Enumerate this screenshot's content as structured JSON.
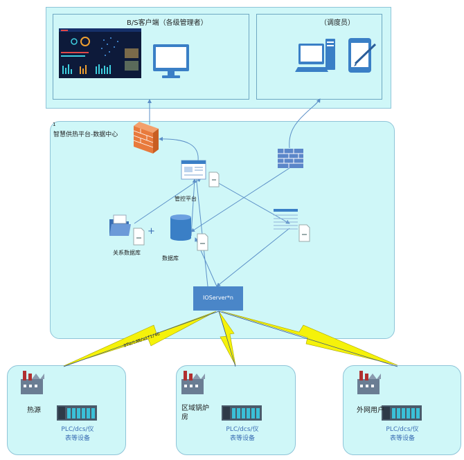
{
  "top": {
    "bs_client_title": "B/S客户端（各级管理者）",
    "dispatcher_title": "（调度员）"
  },
  "center": {
    "index": "1",
    "title": "智慧供热平台-数据中心",
    "control_platform": "管控平台",
    "relational_db": "关系数据库",
    "database": "数据库",
    "plus": "+",
    "ioserver": "IOServer*n",
    "link_label": "DTU/LAN/wifi/4G"
  },
  "sites": [
    {
      "name": "热源",
      "device": "PLC/dcs/仪\n表等设备"
    },
    {
      "name": "区域锅炉\n房",
      "device": "PLC/dcs/仪\n表等设备"
    },
    {
      "name": "外网用户",
      "device": "PLC/dcs/仪\n表等设备"
    }
  ],
  "colors": {
    "panel": "#cff7f8",
    "border": "#8ec4d8",
    "line": "#5b8fc7",
    "bolt": "#f5f20a",
    "ioserver": "#4a86c8",
    "device_text": "#3a6db4"
  }
}
